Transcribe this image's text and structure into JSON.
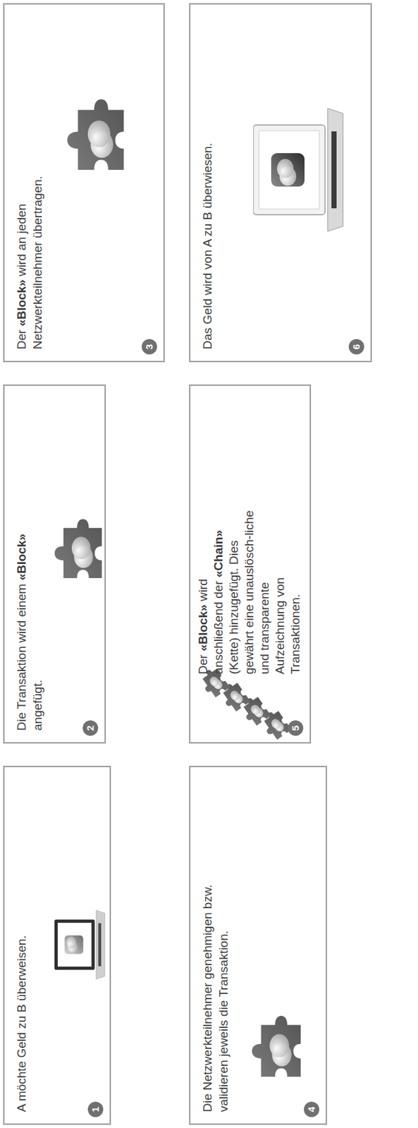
{
  "diagram": {
    "nodes": [
      {
        "text": [
          "A möchte Geld zu B überweisen."
        ]
      },
      {
        "text": [
          "Die Transaktion wird einem «Block» angefügt."
        ]
      },
      {
        "text": [
          "Der «Block» wird an jeden Netzwerkteilnehmer übertragen."
        ]
      },
      {
        "text": [
          "Die Netzwerkteilnehmer genehmigen bzw. validieren jeweils die Transaktion."
        ]
      },
      {
        "text": [
          "Der «Block» wird anschließend der «Chain» (Kette) hinzugefügt. Dies gewährt eine unauslösch-liche und transparente Aufzeichnung von Transaktionen."
        ]
      },
      {
        "text": [
          "Das Geld wird von A zu B überwiesen."
        ]
      }
    ],
    "labels": [
      "1",
      "2",
      "3",
      "4",
      "5",
      "6"
    ]
  }
}
